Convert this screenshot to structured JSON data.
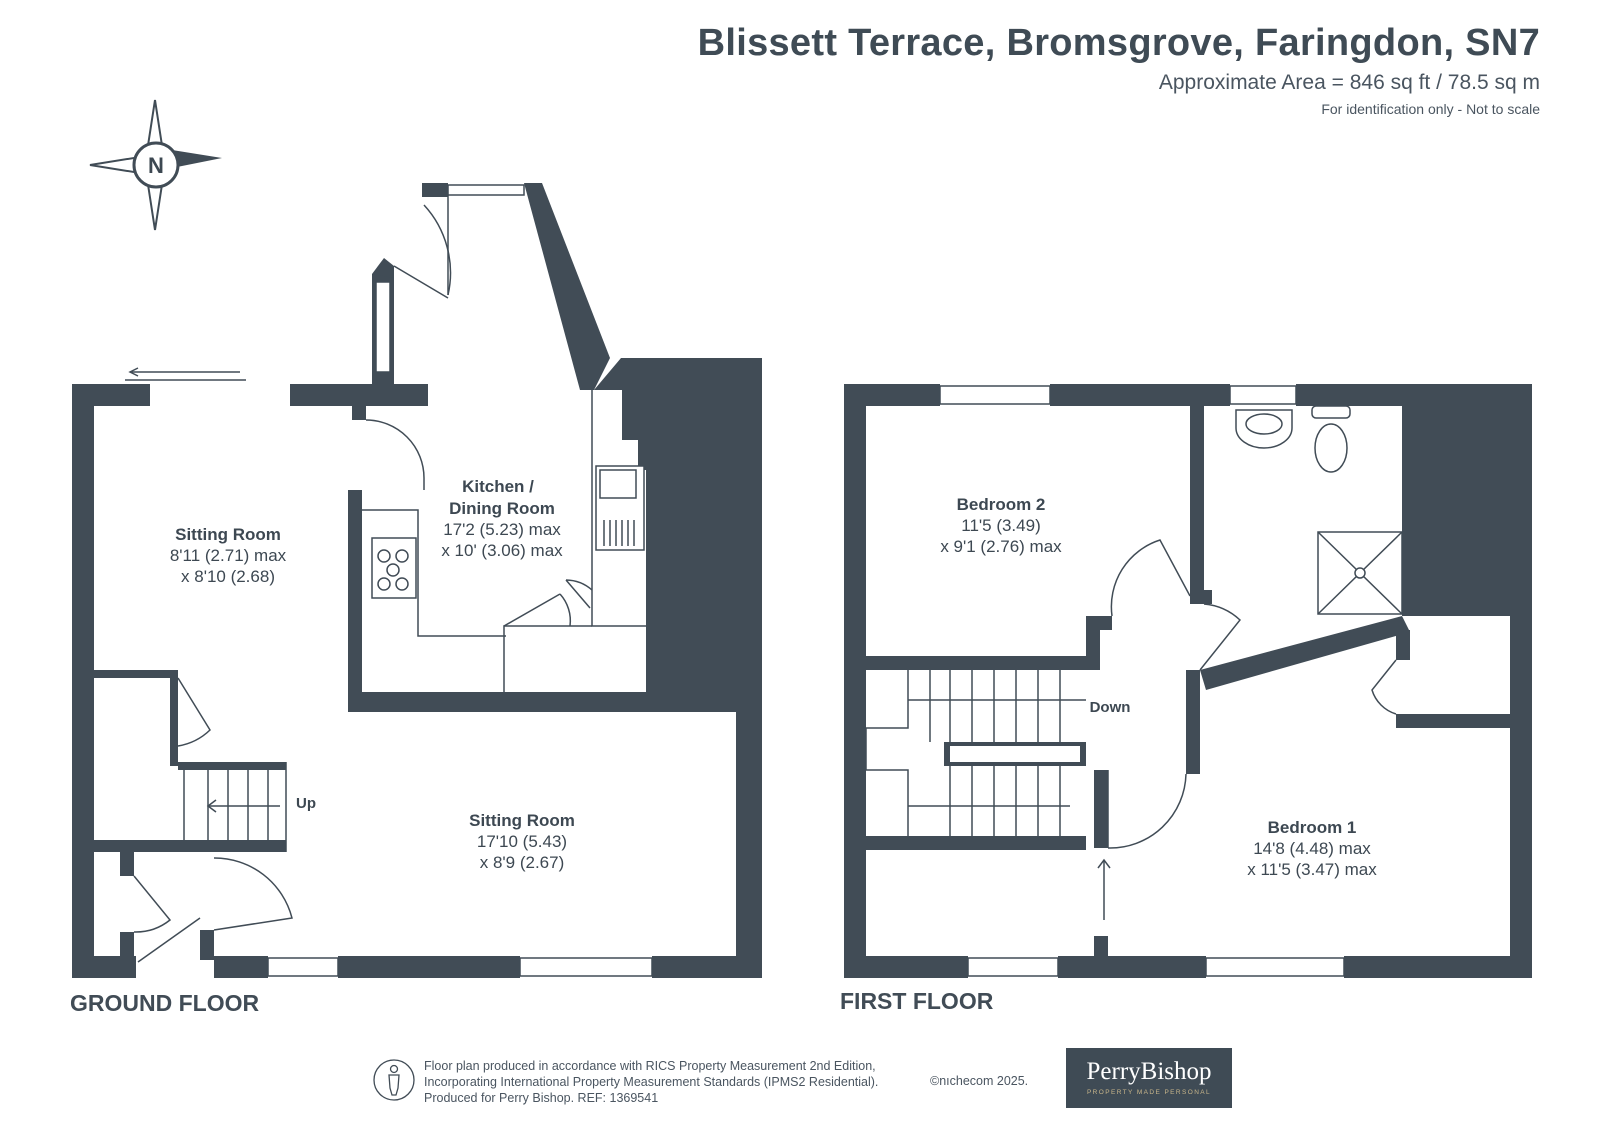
{
  "header": {
    "title": "Blissett Terrace, Bromsgrove, Faringdon, SN7",
    "area": "Approximate Area = 846 sq ft / 78.5 sq m",
    "disclaimer": "For identification only - Not to scale"
  },
  "compass": {
    "label": "N"
  },
  "ground_floor": {
    "label": "GROUND FLOOR",
    "rooms": [
      {
        "name": "Sitting Room",
        "dim1": "8'11 (2.71) max",
        "dim2": "x 8'10 (2.68)"
      },
      {
        "name1": "Kitchen /",
        "name2": "Dining Room",
        "dim1": "17'2 (5.23) max",
        "dim2": "x 10' (3.06) max"
      },
      {
        "name": "Sitting Room",
        "dim1": "17'10 (5.43)",
        "dim2": "x 8'9 (2.67)"
      }
    ],
    "stairs_label": "Up"
  },
  "first_floor": {
    "label": "FIRST FLOOR",
    "rooms": [
      {
        "name": "Bedroom 2",
        "dim1": "11'5 (3.49)",
        "dim2": "x 9'1 (2.76) max"
      },
      {
        "name": "Bedroom 1",
        "dim1": "14'8 (4.48) max",
        "dim2": "x 11'5 (3.47) max"
      }
    ],
    "stairs_label": "Down"
  },
  "footer": {
    "line1": "Floor plan produced in accordance with RICS Property Measurement 2nd Edition,",
    "line2": "Incorporating International Property Measurement Standards (IPMS2 Residential).",
    "line3": "Produced for Perry Bishop.   REF: 1369541",
    "copyright": "©nıchecom 2025.",
    "logo_name": "PerryBishop",
    "logo_tagline": "PROPERTY MADE PERSONAL"
  },
  "colors": {
    "wall": "#414c56",
    "text": "#3d4852",
    "logo_bg": "#3f4b55",
    "logo_accent": "#c9b68a"
  }
}
